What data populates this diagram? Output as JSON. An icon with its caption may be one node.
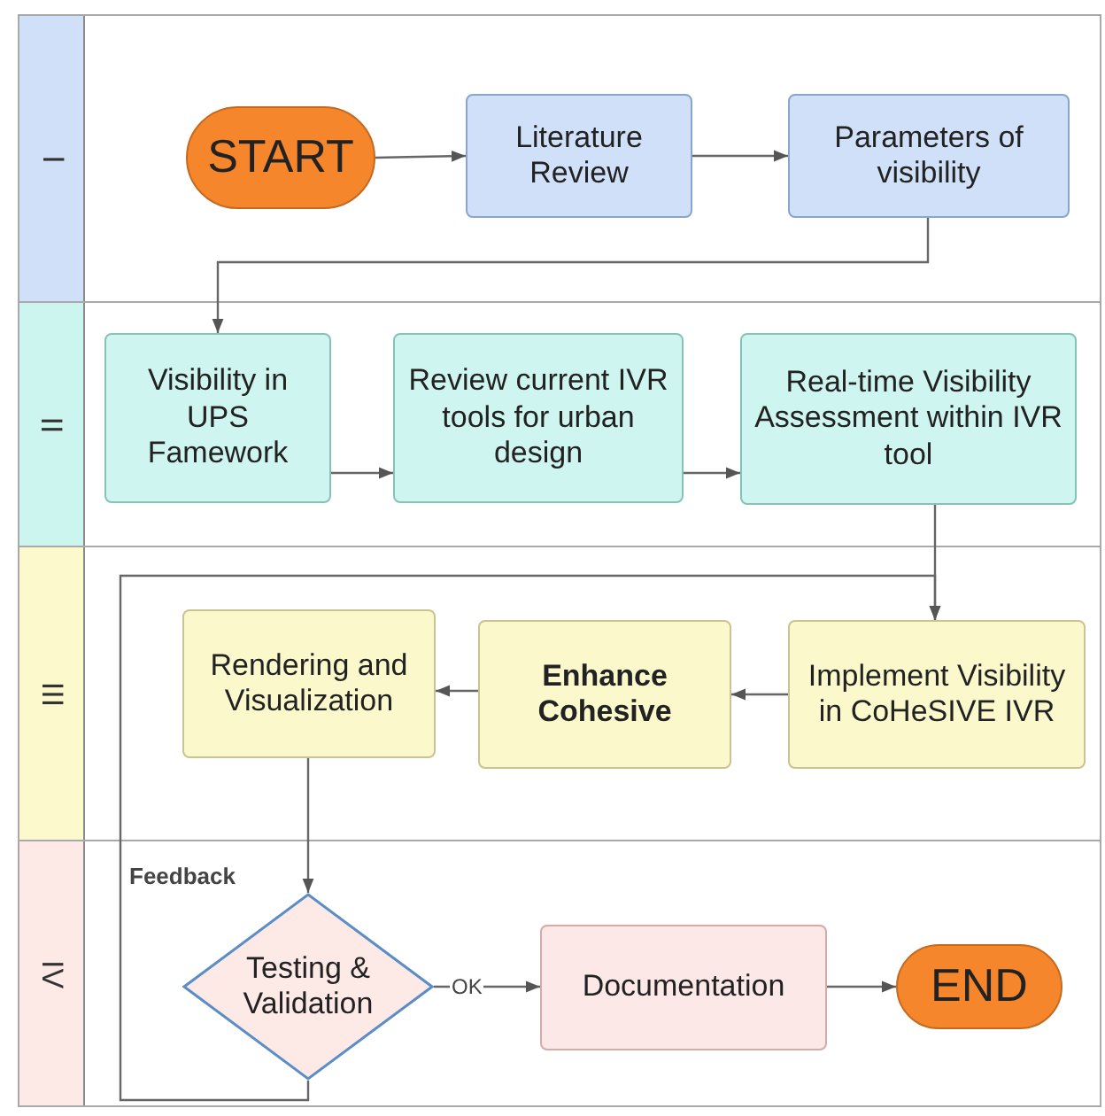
{
  "diagram": {
    "nodes": [
      {
        "text": [
          "I"
        ]
      },
      {
        "text": [
          "START"
        ],
        "in": 0
      },
      {
        "text": [
          "Literature Review"
        ],
        "in": 0
      },
      {
        "text": [
          "Parameters of visibility"
        ],
        "in": 0
      },
      {
        "text": [
          "II"
        ]
      },
      {
        "text": [
          "Visibility in UPS Famework"
        ],
        "in": 4
      },
      {
        "text": [
          "Review current IVR tools for urban design"
        ],
        "in": 4
      },
      {
        "text": [
          "Real-time Visibility Assessment within IVR tool"
        ],
        "in": 4
      },
      {
        "text": [
          "III"
        ]
      },
      {
        "text": [
          "Rendering and Visualization"
        ],
        "in": 8
      },
      {
        "text": [
          "Enhance Cohesive"
        ],
        "in": 8
      },
      {
        "text": [
          "Implement Visibility in CoHeSIVE IVR"
        ],
        "in": 8
      },
      {
        "text": [
          "IV"
        ]
      },
      {
        "text": [
          "Testing & Validation"
        ],
        "in": 12
      },
      {
        "text": [
          "Documentation"
        ],
        "in": 12
      },
      {
        "text": [
          "END"
        ],
        "in": 12
      }
    ],
    "edges": [
      {
        "from": 1,
        "to": 2,
        "arrow": "to"
      },
      {
        "from": 2,
        "to": 3,
        "arrow": "to"
      },
      {
        "from": 3,
        "to": 5,
        "arrow": "to"
      },
      {
        "from": 5,
        "to": 6,
        "arrow": "to"
      },
      {
        "from": 6,
        "to": 7,
        "arrow": "to"
      },
      {
        "from": 7,
        "to": 11,
        "arrow": "to"
      },
      {
        "from": 11,
        "to": 10,
        "arrow": "to"
      },
      {
        "from": 10,
        "to": 9,
        "arrow": "to"
      },
      {
        "from": 9,
        "to": 13,
        "arrow": "to"
      },
      {
        "from": 13,
        "to": 14,
        "label": "OK",
        "arrow": "to"
      },
      {
        "from": 14,
        "to": 15,
        "arrow": "to"
      },
      {
        "from": 13,
        "to": 11,
        "label": "Feedback",
        "arrow": "to"
      }
    ]
  }
}
